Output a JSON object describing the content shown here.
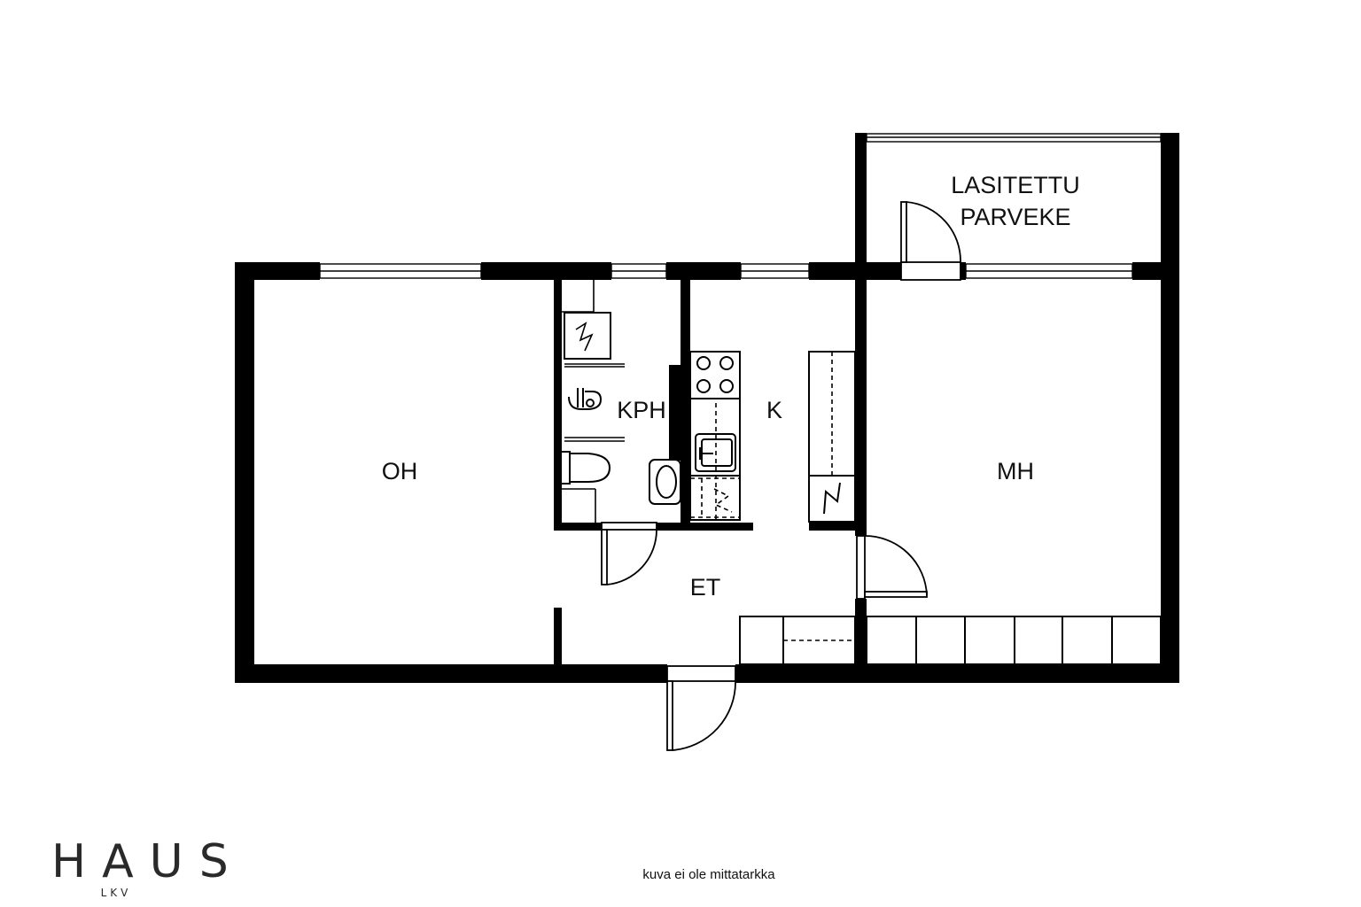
{
  "rooms": {
    "oh": "OH",
    "kph": "KPH",
    "k": "K",
    "mh": "MH",
    "et": "ET",
    "balcony_line1": "LASITETTU",
    "balcony_line2": "PARVEKE"
  },
  "brand": {
    "name": "HAUS",
    "sub": "LKV"
  },
  "note": "kuva ei ole mittatarkka"
}
